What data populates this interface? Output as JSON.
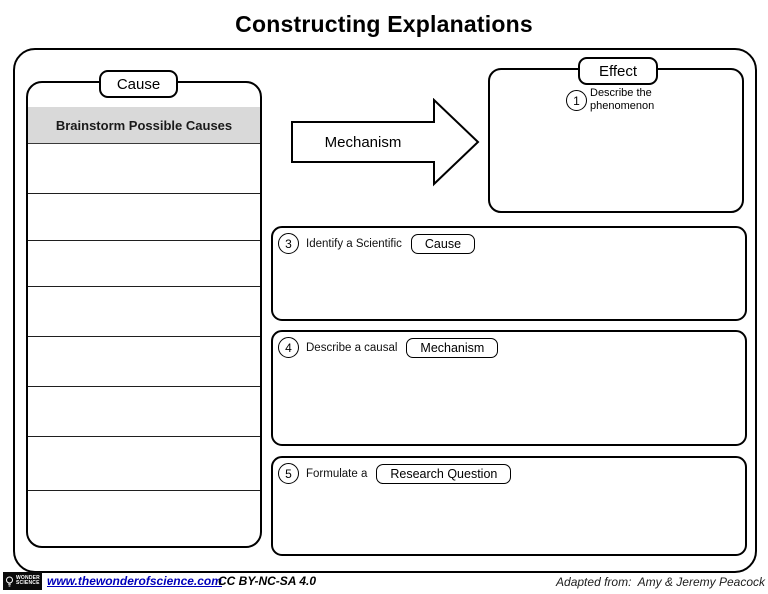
{
  "title": "Constructing Explanations",
  "cause_column": {
    "tab_label": "Cause",
    "header": "Brainstorm Possible Causes",
    "blank_row_count": 8
  },
  "arrow": {
    "label": "Mechanism"
  },
  "effect_box": {
    "tab_label": "Effect",
    "step": {
      "number": "1",
      "text": "Describe the\nphenomenon"
    }
  },
  "steps": [
    {
      "number": "3",
      "label": "Identify a Scientific",
      "chip": "Cause"
    },
    {
      "number": "4",
      "label": "Describe a causal",
      "chip": "Mechanism"
    },
    {
      "number": "5",
      "label": "Formulate a",
      "chip": "Research Question"
    }
  ],
  "footer": {
    "logo": {
      "icon": "lightbulb-icon",
      "line1": "WONDER",
      "line2": "SCIENCE"
    },
    "link": "www.thewonderofscience.com",
    "license": "CC BY-NC-SA 4.0",
    "credit": "Adapted from:  Amy & Jeremy Peacock"
  },
  "colors": {
    "stroke": "#000000",
    "header_fill": "#d9d9d9",
    "link_blue": "#0000bb"
  }
}
